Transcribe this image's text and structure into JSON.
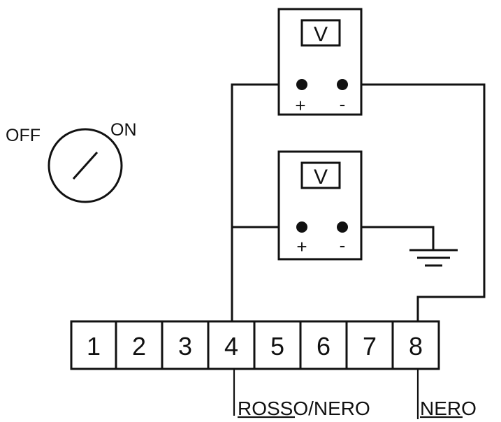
{
  "switch": {
    "off_label": "OFF",
    "on_label": "ON"
  },
  "meters": [
    {
      "label": "V",
      "plus": "+",
      "minus": "-"
    },
    {
      "label": "V",
      "plus": "+",
      "minus": "-"
    }
  ],
  "terminal_strip": [
    "1",
    "2",
    "3",
    "4",
    "5",
    "6",
    "7",
    "8"
  ],
  "wire_labels": {
    "red_black": "ROSSO/NERO",
    "black": "NERO"
  }
}
